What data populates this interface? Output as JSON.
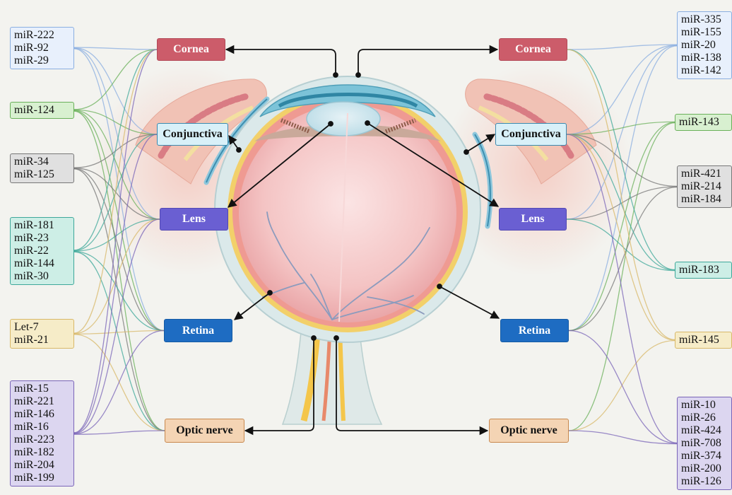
{
  "tissues": {
    "cornea": "Cornea",
    "conjunctiva": "Conjunctiva",
    "lens": "Lens",
    "retina": "Retina",
    "optic_nerve": "Optic nerve"
  },
  "colors": {
    "cornea": "#cc5c6a",
    "conjunctiva": "#d8f0f8",
    "lens": "#6a5fd2",
    "retina": "#1e6cc2",
    "optic_nerve": "#f4d4b4"
  },
  "mirna_groups_left": [
    {
      "id": "L1",
      "items": [
        "miR-222",
        "miR-92",
        "miR-29"
      ],
      "color": "#e8f0fc",
      "border": "#8aaee0",
      "targets": [
        "cornea",
        "conjunctiva",
        "lens",
        "retina"
      ]
    },
    {
      "id": "L2",
      "items": [
        "miR-124"
      ],
      "color": "#d8f0d0",
      "border": "#6ab05a",
      "targets": [
        "cornea",
        "conjunctiva",
        "lens",
        "retina",
        "optic_nerve"
      ]
    },
    {
      "id": "L3",
      "items": [
        "miR-34",
        "miR-125"
      ],
      "color": "#e0e0e0",
      "border": "#777777",
      "targets": [
        "conjunctiva",
        "lens",
        "retina",
        "optic_nerve"
      ]
    },
    {
      "id": "L4",
      "items": [
        "miR-181",
        "miR-23",
        "miR-22",
        "miR-144",
        "miR-30"
      ],
      "color": "#cdeee6",
      "border": "#3ea89a",
      "targets": [
        "cornea",
        "conjunctiva",
        "lens",
        "retina",
        "optic_nerve"
      ]
    },
    {
      "id": "L5",
      "items": [
        "Let-7",
        "miR-21"
      ],
      "color": "#f6ecc8",
      "border": "#d8b868",
      "targets": [
        "cornea",
        "lens",
        "retina",
        "optic_nerve"
      ]
    },
    {
      "id": "L6",
      "items": [
        "miR-15",
        "miR-221",
        "miR-146",
        "miR-16",
        "miR-223",
        "miR-182",
        "miR-204",
        "miR-199"
      ],
      "color": "#dcd6f0",
      "border": "#7a64b8",
      "targets": [
        "cornea",
        "conjunctiva",
        "lens",
        "retina",
        "optic_nerve"
      ]
    }
  ],
  "mirna_groups_right": [
    {
      "id": "R1",
      "items": [
        "miR-335",
        "miR-155",
        "miR-20",
        "miR-138",
        "miR-142"
      ],
      "color": "#e8f0fc",
      "border": "#8aaee0",
      "targets": [
        "cornea",
        "conjunctiva",
        "lens",
        "retina"
      ]
    },
    {
      "id": "R2",
      "items": [
        "miR-143"
      ],
      "color": "#d8f0d0",
      "border": "#6ab05a",
      "targets": [
        "conjunctiva",
        "retina",
        "optic_nerve"
      ]
    },
    {
      "id": "R3",
      "items": [
        "miR-421",
        "miR-214",
        "miR-184"
      ],
      "color": "#e0e0e0",
      "border": "#777777",
      "targets": [
        "conjunctiva",
        "lens",
        "retina"
      ]
    },
    {
      "id": "R4",
      "items": [
        "miR-183"
      ],
      "color": "#cdeee6",
      "border": "#3ea89a",
      "targets": [
        "cornea",
        "conjunctiva",
        "lens"
      ]
    },
    {
      "id": "R5",
      "items": [
        "miR-145"
      ],
      "color": "#f6ecc8",
      "border": "#d8b868",
      "targets": [
        "cornea",
        "conjunctiva",
        "optic_nerve"
      ]
    },
    {
      "id": "R6",
      "items": [
        "miR-10",
        "miR-26",
        "miR-424",
        "miR-708",
        "miR-374",
        "miR-200",
        "miR-126"
      ],
      "color": "#dcd6f0",
      "border": "#7a64b8",
      "targets": [
        "conjunctiva",
        "retina",
        "optic_nerve"
      ]
    }
  ]
}
